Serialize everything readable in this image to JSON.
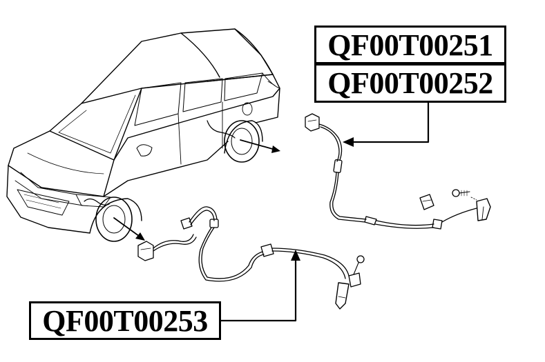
{
  "callouts": {
    "rear_sensor_part_1": "QF00T00251",
    "rear_sensor_part_2": "QF00T00252",
    "front_sensor_part": "QF00T00253"
  },
  "colors": {
    "line": "#000000",
    "background": "#ffffff"
  }
}
